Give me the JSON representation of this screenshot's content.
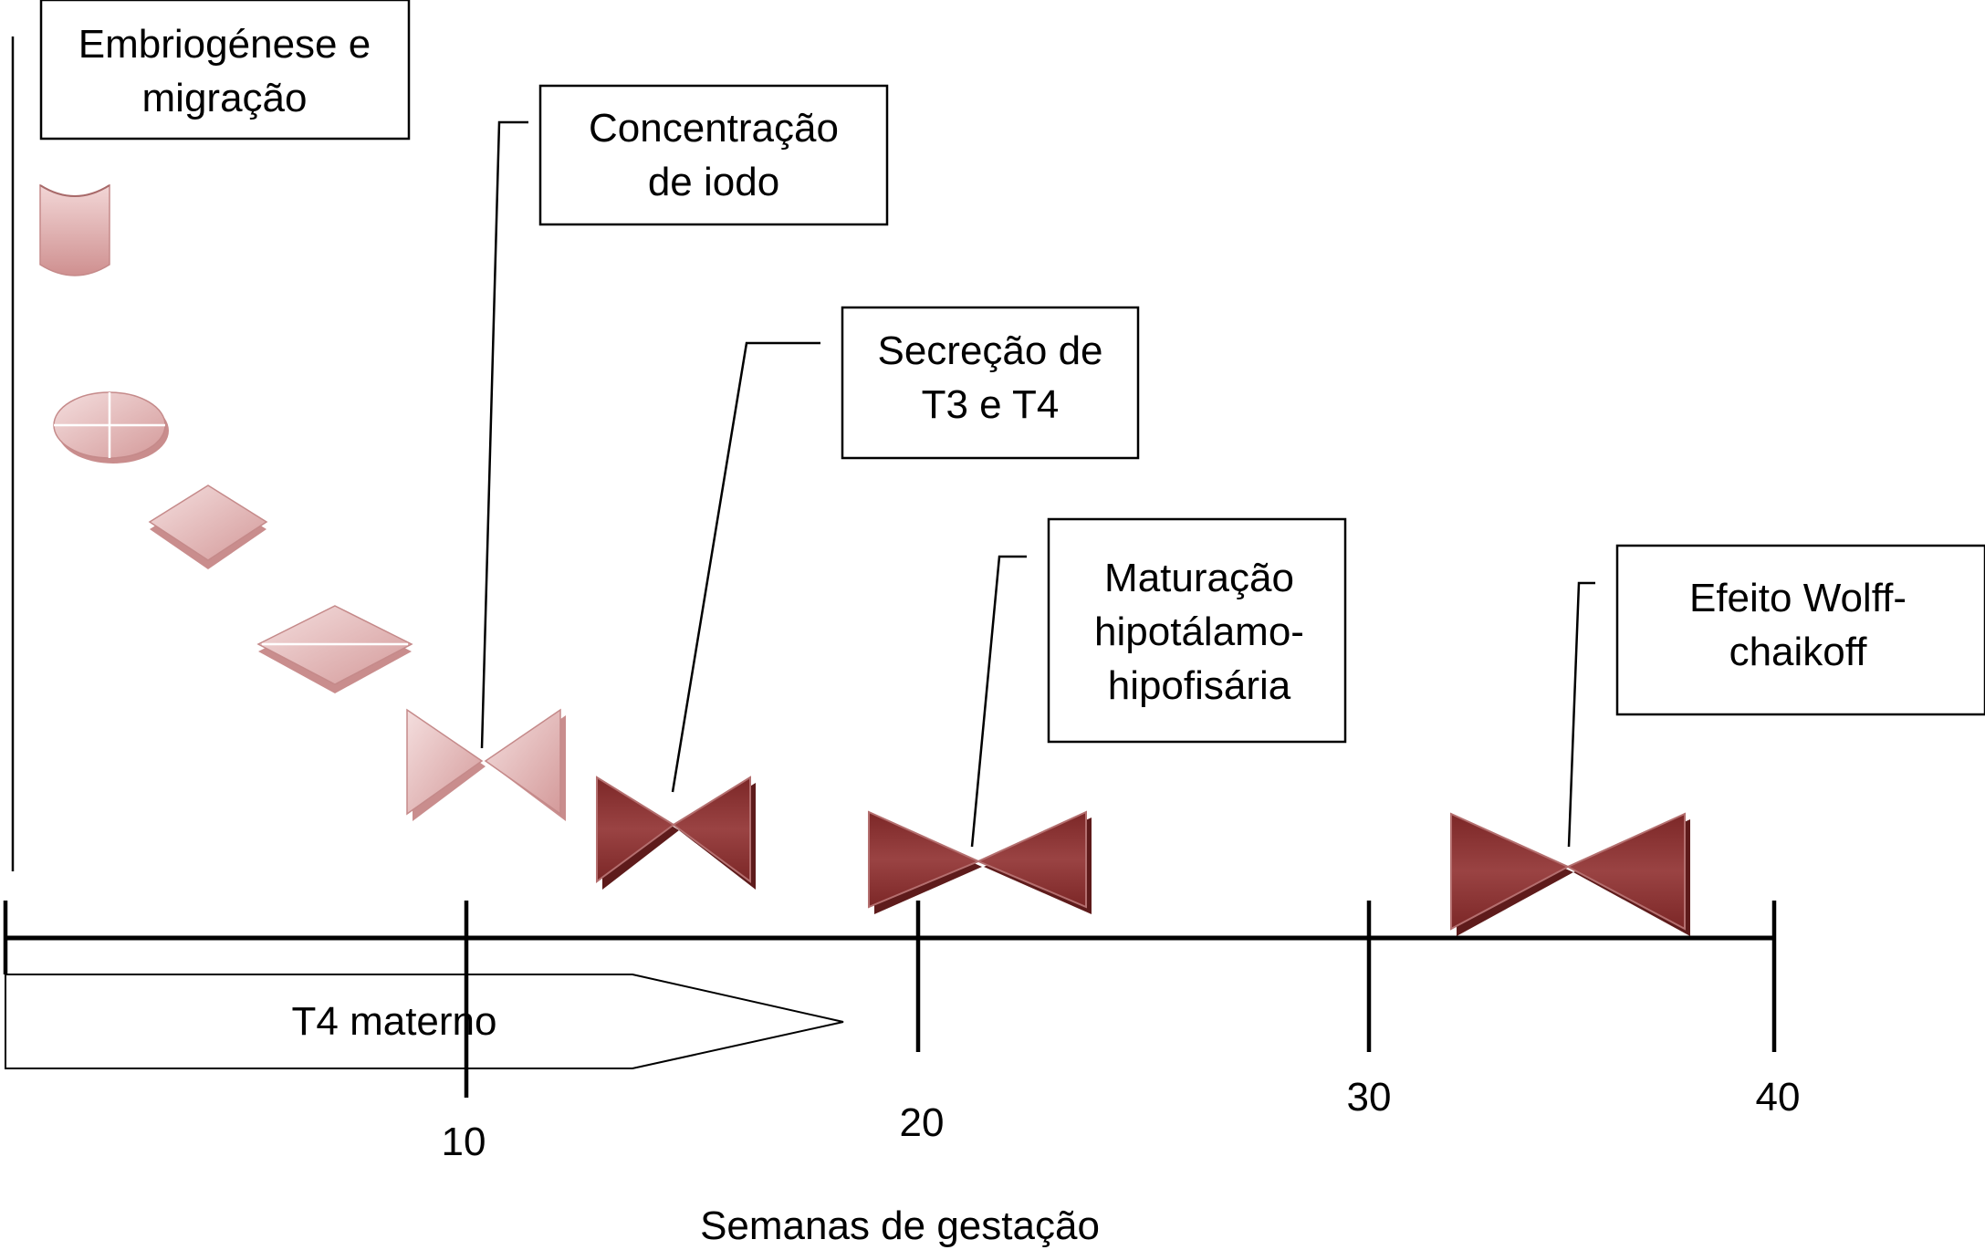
{
  "title": "",
  "x_axis": {
    "label": "Semanas de gestação",
    "ticks": [
      "10",
      "20",
      "30",
      "40"
    ]
  },
  "labels": {
    "embryogenesis": [
      "Embriogénese e",
      "migração"
    ],
    "iodine": [
      "Concentração",
      "de iodo"
    ],
    "secretion": [
      "Secreção de",
      "T3 e T4"
    ],
    "maturation": [
      "Maturação",
      "hipotálamo-",
      "hipofisária"
    ],
    "wolff": [
      "Efeito Wolff-",
      "chaikoff"
    ],
    "maternal_t4": "T4 materno"
  },
  "colors": {
    "light_shape": "#e3b2b2",
    "dark_shape": "#933c3c",
    "stroke": "#000000"
  },
  "stages": [
    {
      "name": "cylinder",
      "shade": "light"
    },
    {
      "name": "disc",
      "shade": "light"
    },
    {
      "name": "small-diamond",
      "shade": "light"
    },
    {
      "name": "wide-diamond",
      "shade": "light"
    },
    {
      "name": "bowtie-light",
      "week": 10,
      "shade": "light"
    },
    {
      "name": "bowtie-dark-1",
      "week": 15,
      "shade": "dark"
    },
    {
      "name": "bowtie-dark-2",
      "week": 21,
      "shade": "dark"
    },
    {
      "name": "bowtie-dark-3",
      "week": 34,
      "shade": "dark"
    }
  ]
}
